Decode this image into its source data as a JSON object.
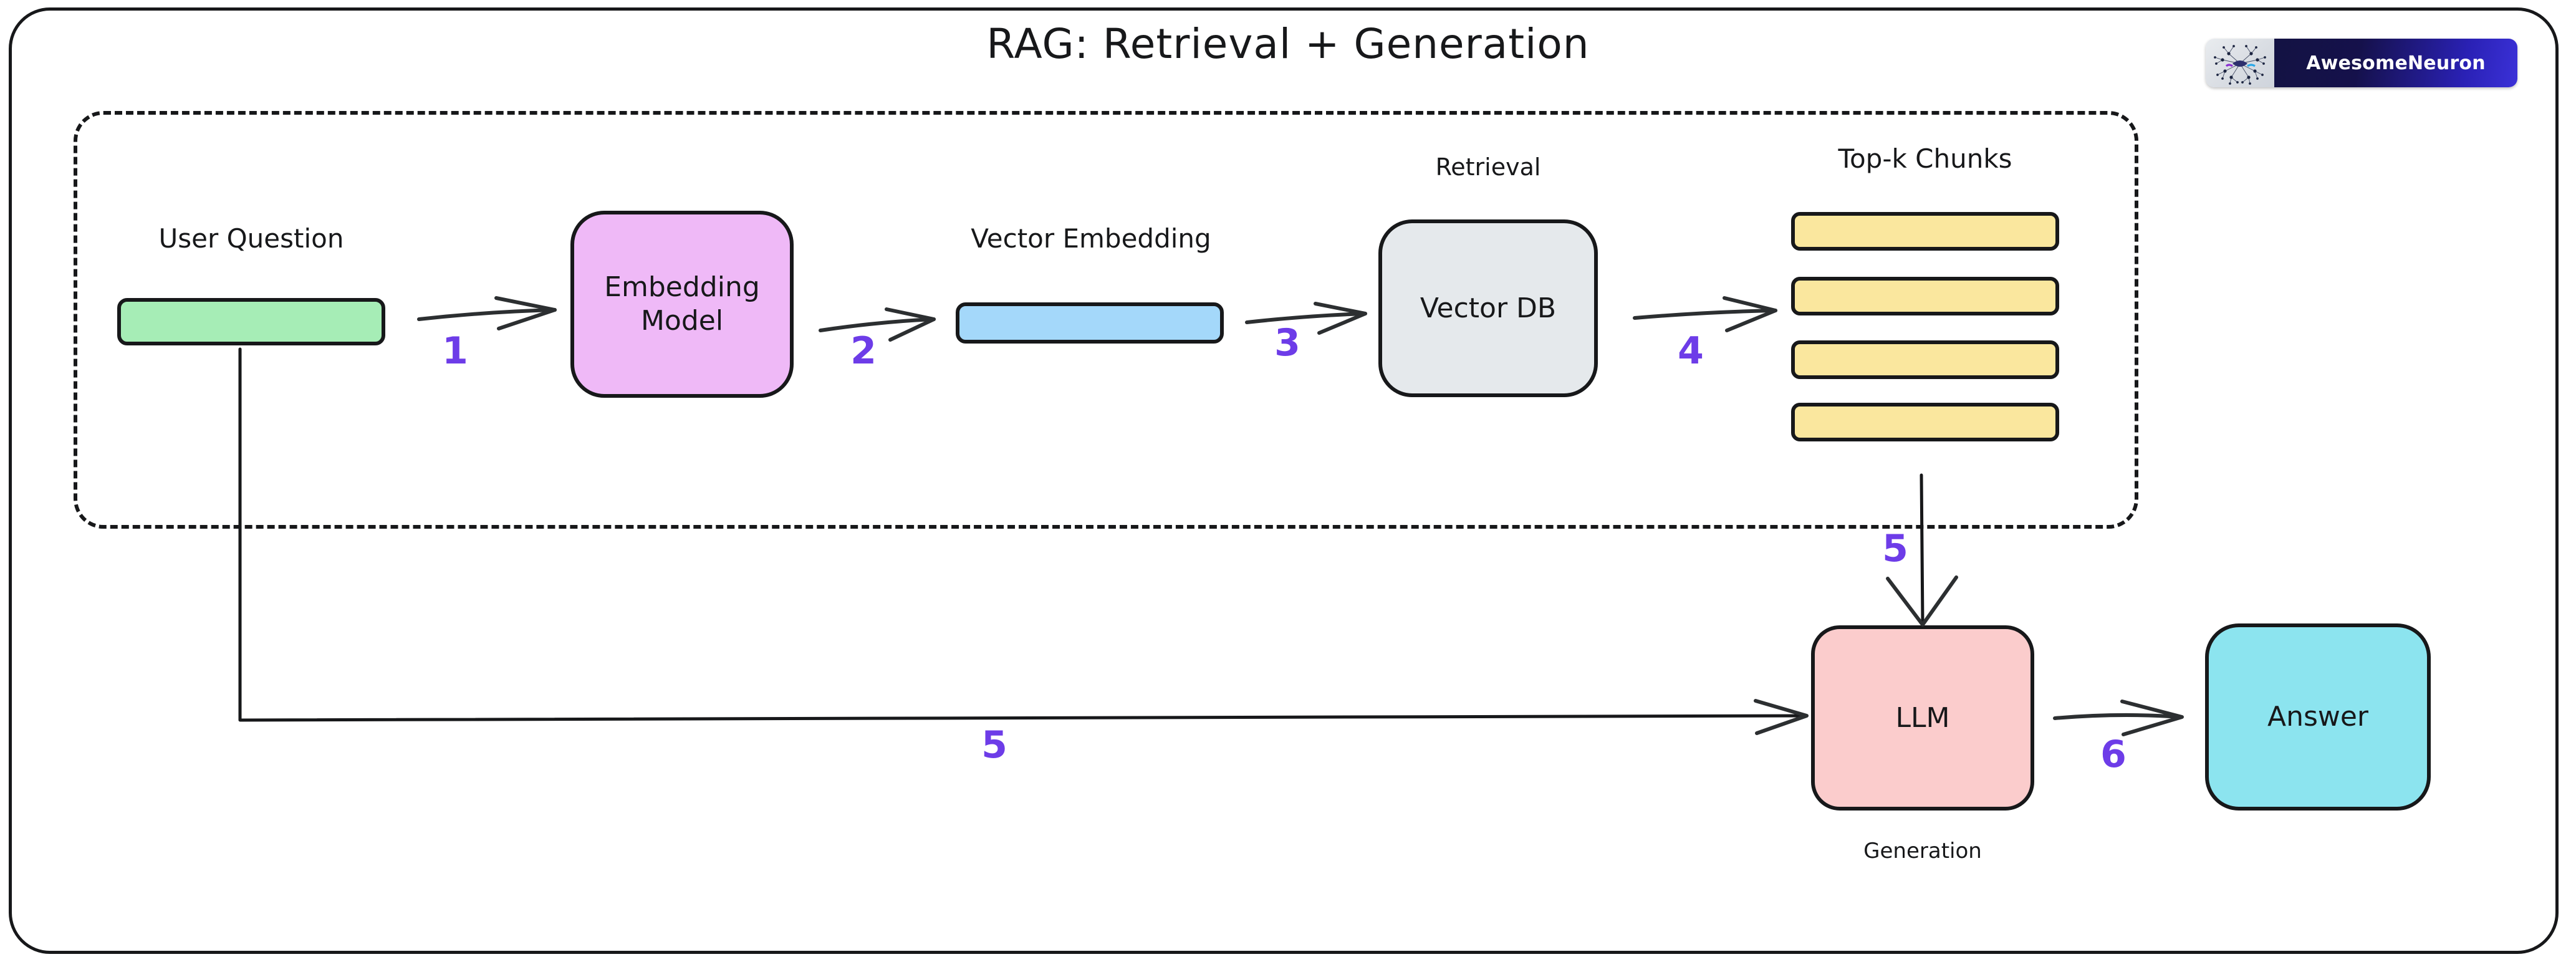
{
  "page": {
    "title": "RAG: Retrieval + Generation",
    "background": "#ffffff",
    "accent_purple": "#6d3ce8",
    "ink": "#17181a"
  },
  "brand": {
    "name": "AwesomeNeuron",
    "logo_icon": "neuron-network-icon",
    "wordmark_bg": "#15114b",
    "logo_bg": "#e9ecef"
  },
  "retrieval_region": {
    "style": "dashed",
    "label": ""
  },
  "nodes": {
    "user_question": {
      "label": "User Question",
      "shape_text": "",
      "color": "#a6edb6"
    },
    "embedding_model": {
      "label": "Embedding\nModel",
      "line1": "Embedding",
      "line2": "Model",
      "color": "#efb9f7"
    },
    "vector_embedding": {
      "label": "Vector Embedding",
      "color": "#a4d8fa"
    },
    "vector_db": {
      "label": "Vector DB",
      "caption": "Retrieval",
      "color": "#e5e9ec"
    },
    "top_k_chunks": {
      "label": "Top-k Chunks",
      "color": "#fae79e",
      "count": 4
    },
    "llm": {
      "label": "LLM",
      "caption": "Generation",
      "color": "#fbcccc"
    },
    "answer": {
      "label": "Answer",
      "color": "#8ce4ef"
    }
  },
  "steps": {
    "s1": "1",
    "s2": "2",
    "s3": "3",
    "s4": "4",
    "s5_chunks_to_llm": "5",
    "s5_question_to_llm": "5",
    "s6": "6"
  },
  "chart_data": {
    "type": "diagram",
    "title": "RAG: Retrieval + Generation",
    "flow": [
      {
        "step": "1",
        "from": "User Question",
        "to": "Embedding Model"
      },
      {
        "step": "2",
        "from": "Embedding Model",
        "to": "Vector Embedding"
      },
      {
        "step": "3",
        "from": "Vector Embedding",
        "to": "Vector DB"
      },
      {
        "step": "4",
        "from": "Vector DB",
        "to": "Top-k Chunks"
      },
      {
        "step": "5",
        "from": "Top-k Chunks",
        "to": "LLM"
      },
      {
        "step": "5",
        "from": "User Question",
        "to": "LLM"
      },
      {
        "step": "6",
        "from": "LLM",
        "to": "Answer"
      }
    ]
  }
}
